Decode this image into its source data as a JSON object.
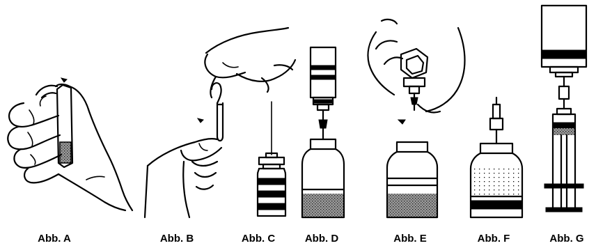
{
  "figures": [
    {
      "id": "A",
      "label": "Abb. A",
      "icon": "hand-gripping-vial-icon"
    },
    {
      "id": "B",
      "label": "Abb. B",
      "icon": "hands-snapping-ampoule-icon"
    },
    {
      "id": "C",
      "label": "Abb. C",
      "icon": "vial-with-needle-icon"
    },
    {
      "id": "D",
      "label": "Abb. D",
      "icon": "transfer-device-on-vial-icon"
    },
    {
      "id": "E",
      "label": "Abb. E",
      "icon": "hand-removing-cap-icon"
    },
    {
      "id": "F",
      "label": "Abb. F",
      "icon": "mixed-solution-vial-icon"
    },
    {
      "id": "G",
      "label": "Abb. G",
      "icon": "syringe-drawing-from-vial-icon"
    }
  ],
  "colors": {
    "ink": "#000000",
    "background": "#ffffff",
    "stipple": "#6e6e6e"
  }
}
